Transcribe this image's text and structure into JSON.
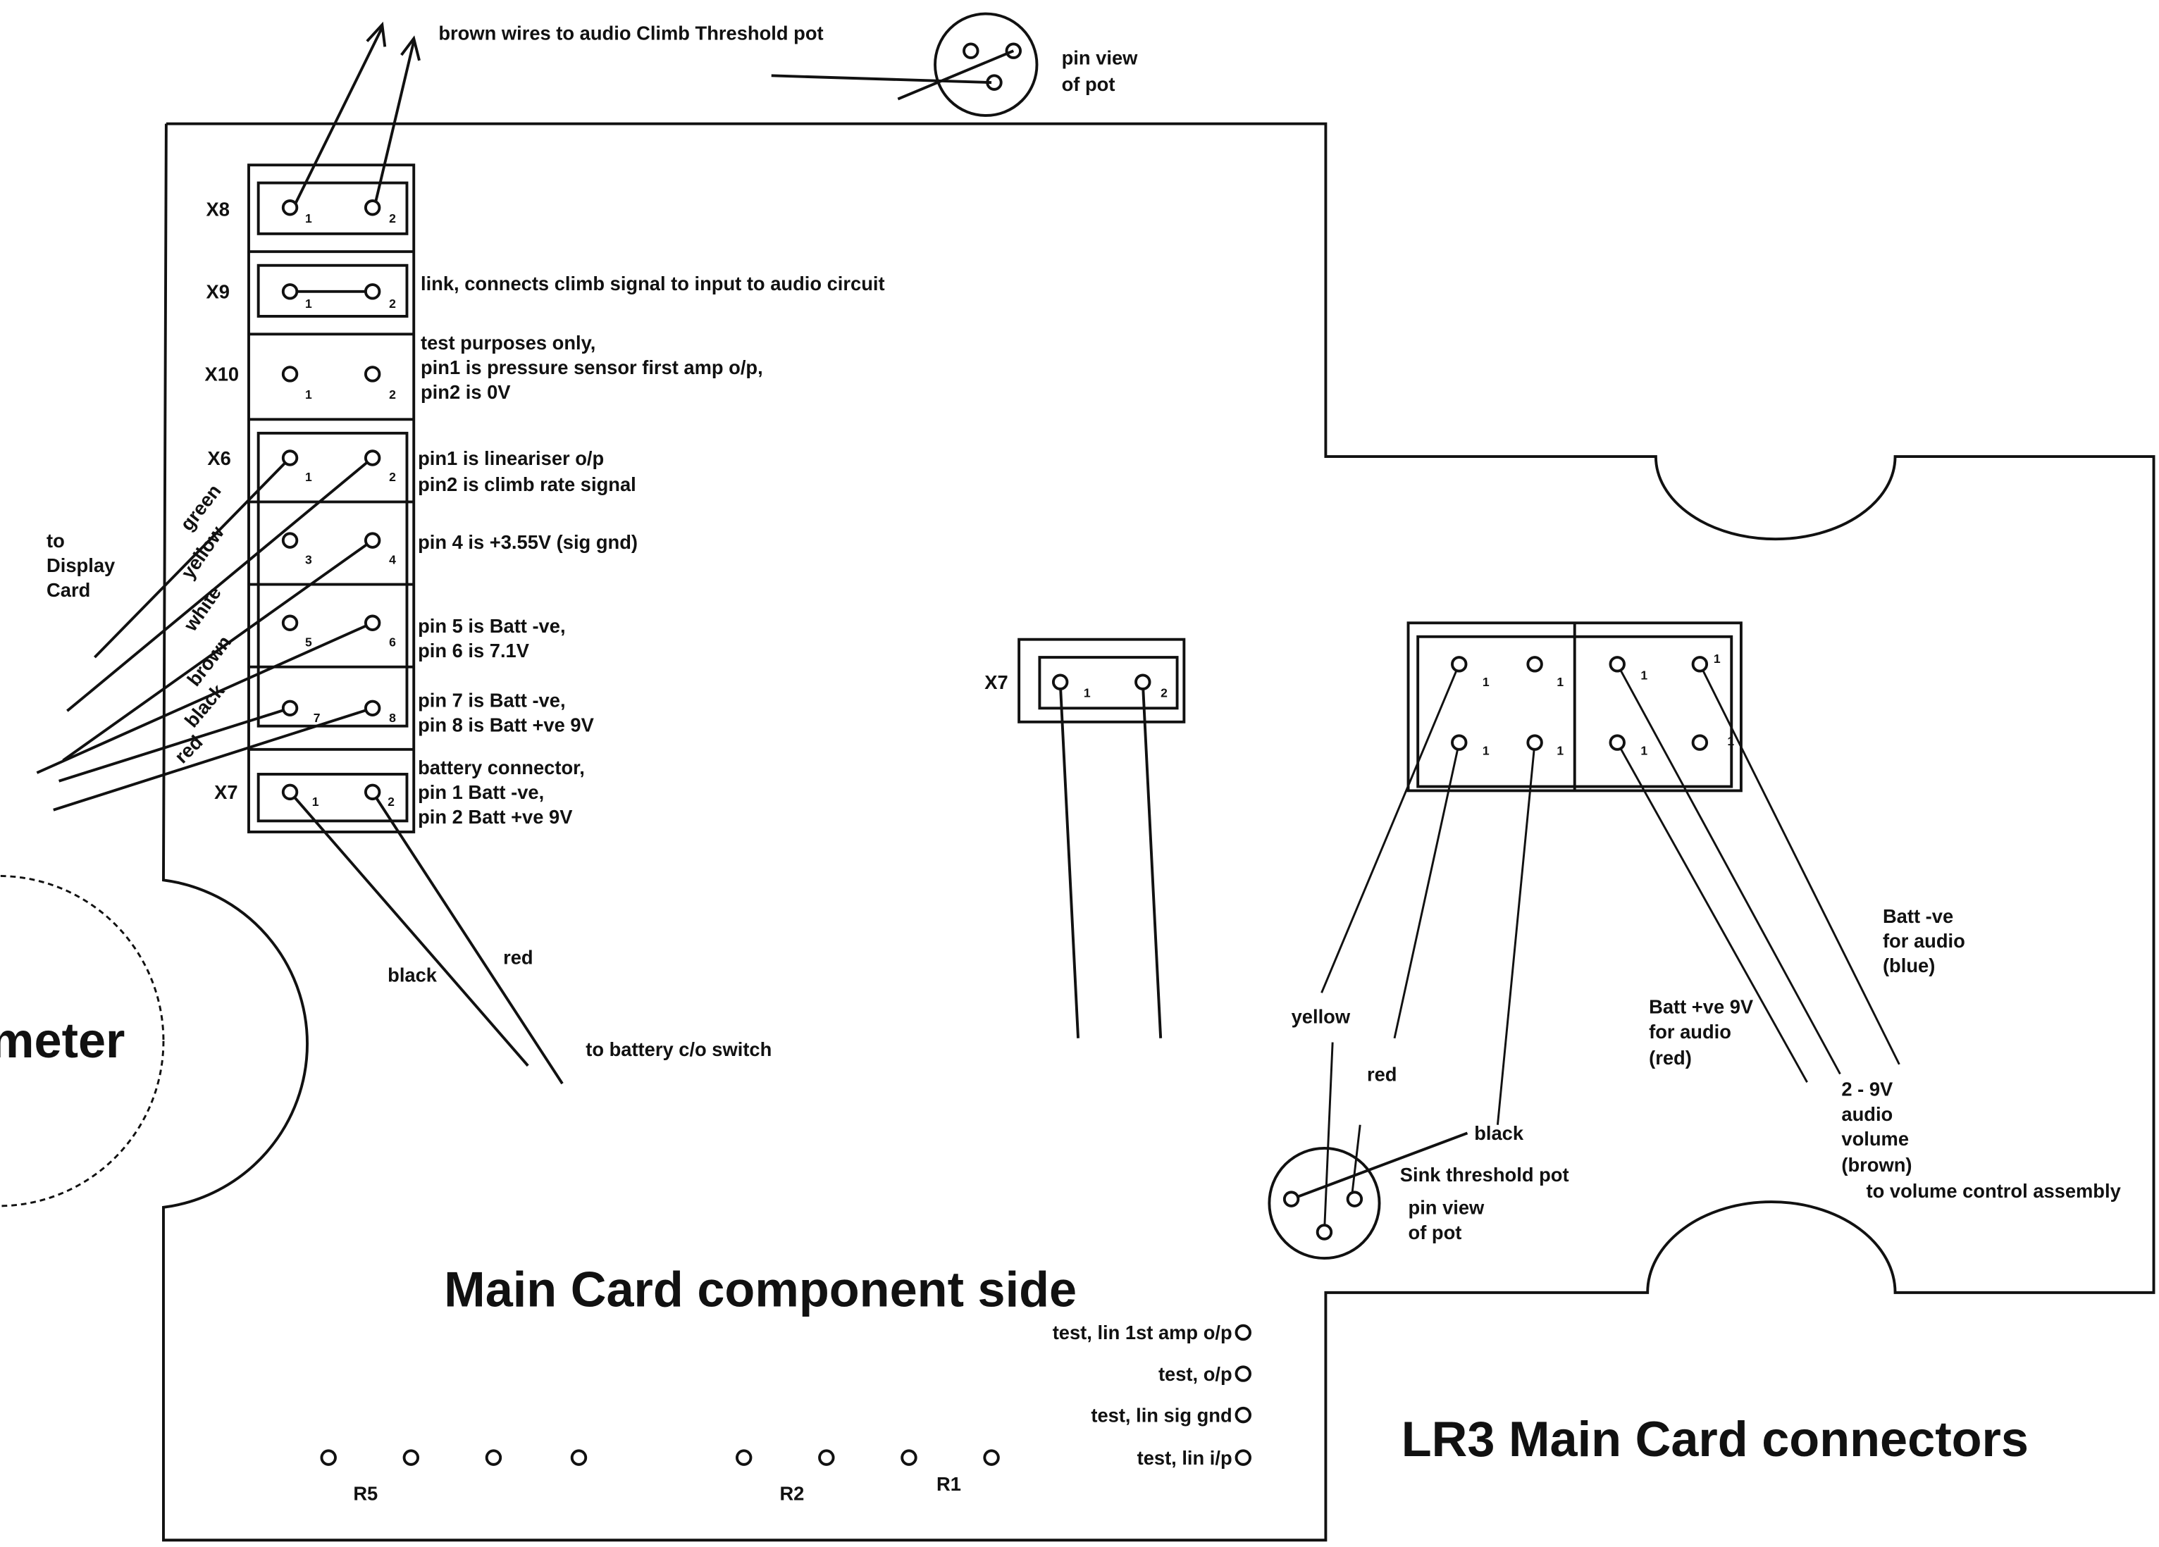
{
  "top": {
    "arrow_note": "brown wires to audio Climb Threshold pot",
    "pot_view": [
      "pin view",
      "of pot"
    ]
  },
  "stack": {
    "x8": {
      "label": "X8",
      "pins": [
        "1",
        "2"
      ]
    },
    "x9": {
      "label": "X9",
      "pins": [
        "1",
        "2"
      ],
      "note": "link, connects climb signal to input to audio circuit"
    },
    "x10": {
      "label": "X10",
      "pins": [
        "1",
        "2"
      ],
      "note": [
        "test purposes only,",
        "pin1 is pressure sensor first amp o/p,",
        "pin2 is 0V"
      ]
    },
    "x6": {
      "label": "X6",
      "pins": [
        "1",
        "2",
        "3",
        "4",
        "5",
        "6",
        "7",
        "8"
      ],
      "notes": [
        "pin1 is lineariser o/p",
        "pin2 is climb rate signal",
        "pin 4 is +3.55V (sig gnd)",
        "pin 5 is Batt -ve,",
        "pin 6 is 7.1V",
        "pin 7 is Batt -ve,",
        "pin 8 is Batt +ve 9V"
      ]
    },
    "x7": {
      "label": "X7",
      "pins": [
        "1",
        "2"
      ],
      "note": [
        "battery connector,",
        "pin 1 Batt -ve,",
        "pin 2 Batt +ve 9V"
      ]
    }
  },
  "display_wires": {
    "to": [
      "to",
      "Display",
      "Card"
    ],
    "colors": [
      "green",
      "yellow",
      "white",
      "brown",
      "black",
      "red"
    ]
  },
  "battery_wires": {
    "black": "black",
    "red": "red",
    "to": "to battery c/o switch"
  },
  "meter_label": "meter",
  "mid_x7": {
    "label": "X7",
    "pins": [
      "1",
      "2"
    ]
  },
  "right_conn": {
    "pins": [
      "1",
      "1",
      "1",
      "1",
      "1",
      "1",
      "1",
      "1"
    ],
    "yellow": "yellow",
    "red": "red",
    "black": "black",
    "sink_pot": "Sink threshold pot",
    "pot_view": [
      "pin view",
      "of pot"
    ],
    "batt_neg": [
      "Batt -ve",
      "for audio",
      "(blue)"
    ],
    "batt_pos": [
      "Batt +ve 9V",
      "for audio",
      "(red)"
    ],
    "volume": [
      "2 - 9V",
      "audio",
      "volume",
      "(brown)"
    ],
    "to_volume": "to volume control assembly"
  },
  "titles": {
    "component_side": "Main Card component side",
    "connectors": "LR3 Main Card connectors"
  },
  "test_points": [
    "test, lin 1st amp o/p",
    "test, o/p",
    "test, lin sig gnd",
    "test, lin i/p"
  ],
  "resistors": [
    "R5",
    "R2",
    "R1"
  ]
}
